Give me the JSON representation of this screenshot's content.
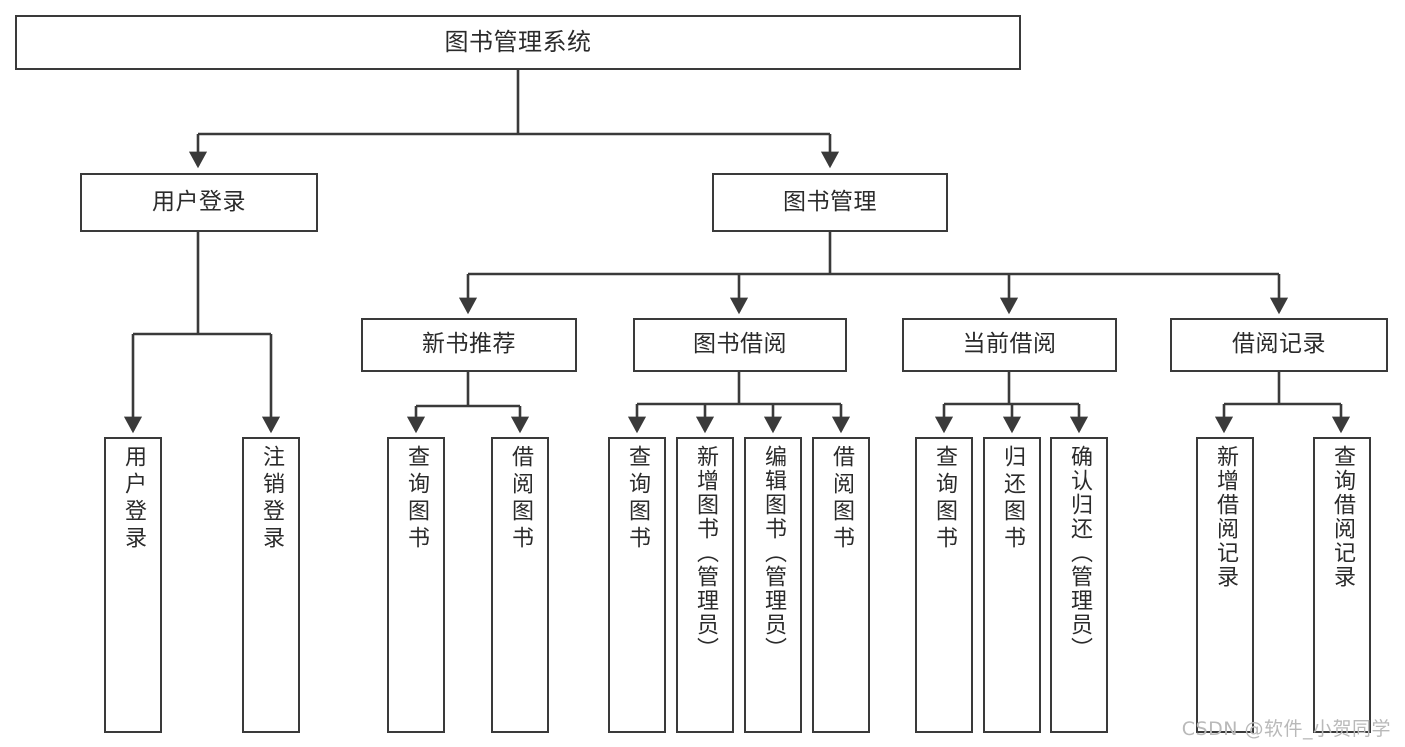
{
  "diagram": {
    "type": "tree",
    "title": "图书管理系统",
    "root": {
      "id": "root",
      "label": "图书管理系统"
    },
    "level1": [
      {
        "id": "user-login",
        "label": "用户登录"
      },
      {
        "id": "book-manage",
        "label": "图书管理"
      }
    ],
    "level2": [
      {
        "id": "new-book-rec",
        "label": "新书推荐",
        "parent": "book-manage"
      },
      {
        "id": "book-borrow",
        "label": "图书借阅",
        "parent": "book-manage"
      },
      {
        "id": "current-borrow",
        "label": "当前借阅",
        "parent": "book-manage"
      },
      {
        "id": "borrow-record",
        "label": "借阅记录",
        "parent": "book-manage"
      }
    ],
    "leaves": [
      {
        "id": "leaf-user-login",
        "label": "用户登录",
        "parent": "user-login"
      },
      {
        "id": "leaf-logout",
        "label": "注销登录",
        "parent": "user-login"
      },
      {
        "id": "leaf-query-book-1",
        "label": "查询图书",
        "parent": "new-book-rec"
      },
      {
        "id": "leaf-borrow-book-1",
        "label": "借阅图书",
        "parent": "new-book-rec"
      },
      {
        "id": "leaf-query-book-2",
        "label": "查询图书",
        "parent": "book-borrow"
      },
      {
        "id": "leaf-add-book",
        "label": "新增图书（管理员）",
        "parent": "book-borrow"
      },
      {
        "id": "leaf-edit-book",
        "label": "编辑图书（管理员）",
        "parent": "book-borrow"
      },
      {
        "id": "leaf-borrow-book-2",
        "label": "借阅图书",
        "parent": "book-borrow"
      },
      {
        "id": "leaf-query-book-3",
        "label": "查询图书",
        "parent": "current-borrow"
      },
      {
        "id": "leaf-return-book",
        "label": "归还图书",
        "parent": "current-borrow"
      },
      {
        "id": "leaf-confirm-return",
        "label": "确认归还（管理员）",
        "parent": "current-borrow"
      },
      {
        "id": "leaf-add-record",
        "label": "新增借阅记录",
        "parent": "borrow-record"
      },
      {
        "id": "leaf-query-record",
        "label": "查询借阅记录",
        "parent": "borrow-record"
      }
    ]
  },
  "watermark": {
    "text": "CSDN @软件_小贺同学"
  },
  "colors": {
    "border": "#3a3a3a",
    "text": "#2b2b2b",
    "background": "#ffffff",
    "watermark": "#b9b9b9"
  }
}
